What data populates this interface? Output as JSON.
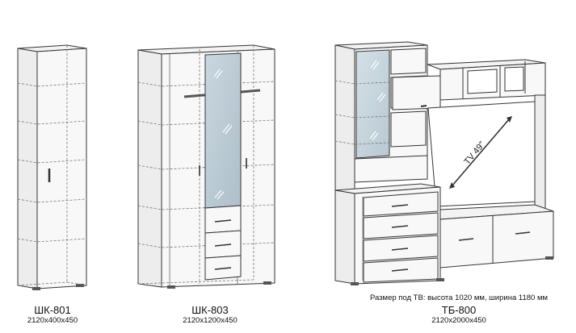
{
  "products": [
    {
      "name": "ШК-801",
      "dimensions": "2120x400x450"
    },
    {
      "name": "ШК-803",
      "dimensions": "2120x1200x450"
    },
    {
      "name": "ТБ-800",
      "dimensions": "2120x2000x450",
      "note": "Размер под ТВ: высота 1020 мм, ширина 1180 мм"
    }
  ],
  "tv_label": "TV 49\""
}
